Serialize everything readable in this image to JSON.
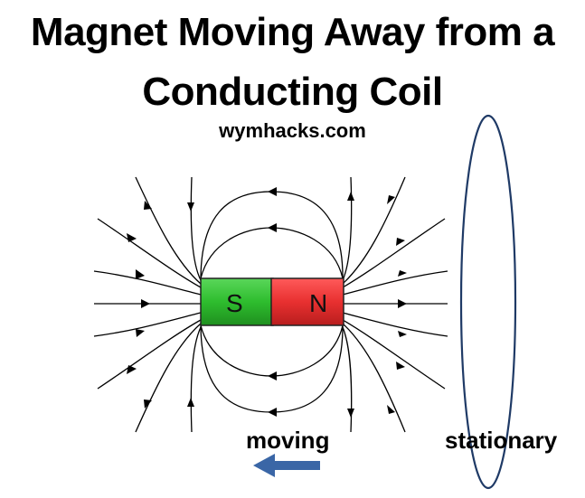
{
  "title_line1": "Magnet Moving Away from a",
  "title_line2": "Conducting Coil",
  "credit": "wymhacks.com",
  "magnet": {
    "south_label": "S",
    "north_label": "N",
    "south_color": "#2ebd2e",
    "north_color": "#e83030"
  },
  "captions": {
    "moving": "moving",
    "stationary": "stationary"
  },
  "colors": {
    "coil": "#1f3a66",
    "motion_arrow": "#3a66a6",
    "field_lines": "#000000"
  },
  "icons": {
    "motion_arrow": "left-arrow-icon",
    "coil": "coil-loop-icon"
  }
}
